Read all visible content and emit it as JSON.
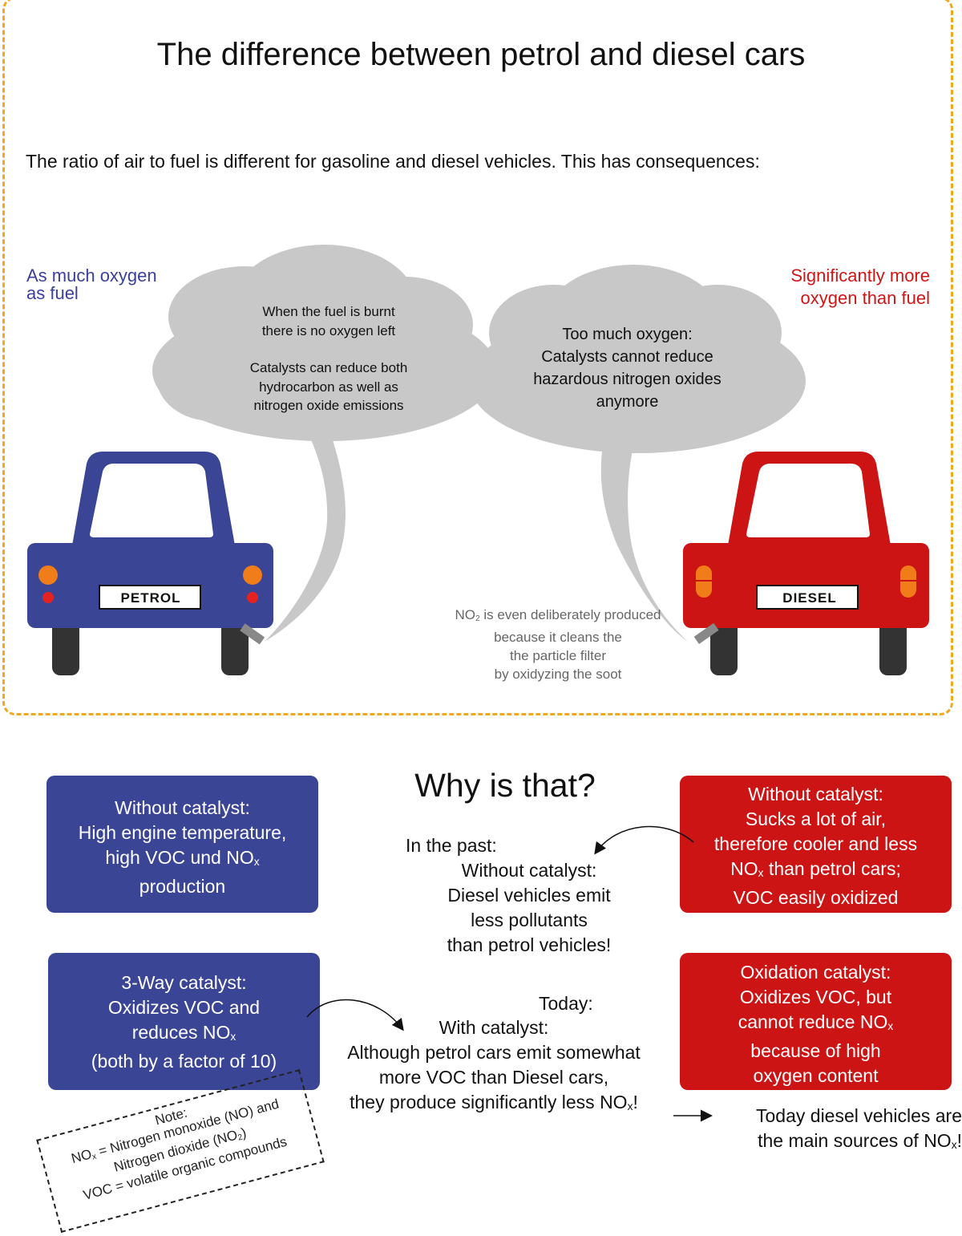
{
  "title": "The difference between petrol and diesel cars",
  "intro": "The ratio of air to fuel is different for gasoline and diesel vehicles. This has consequences:",
  "petrol_side": {
    "label_line1": "As much oxygen",
    "label_line2": "as fuel",
    "color": "#3b3f9c",
    "plate": "PETROL",
    "cloud_lines": [
      "When the fuel is burnt",
      "there is no oxygen left",
      "",
      "Catalysts can reduce both",
      "hydrocarbon as well as",
      "nitrogen oxide emissions"
    ]
  },
  "diesel_side": {
    "label_line1": "Significantly more",
    "label_line2": "oxygen than fuel",
    "color": "#d01515",
    "plate": "DIESEL",
    "cloud_lines": [
      "Too much oxygen:",
      "Catalysts cannot reduce",
      "hazardous nitrogen oxides",
      "anymore"
    ]
  },
  "no2_note": {
    "prefix": "NO",
    "sub": "2",
    "line1_rest": " is even deliberately produced",
    "line2": "because it cleans the",
    "line3": "the particle filter",
    "line4": "by oxidyzing the soot"
  },
  "why_heading": "Why is that?",
  "petrol_boxes": {
    "no_cat": {
      "line1": "Without catalyst:",
      "line2": "High engine temperature,",
      "line3_a": "high VOC und NO",
      "line3_sub": "x",
      "line4": "production"
    },
    "three_way": {
      "line1": "3-Way catalyst:",
      "line2": "Oxidizes VOC and",
      "line3_a": "reduces NO",
      "line3_sub": "x",
      "line4": "(both by a factor of 10)"
    }
  },
  "diesel_boxes": {
    "no_cat": {
      "line1": "Without catalyst:",
      "line2": "Sucks a lot of air,",
      "line3": "therefore cooler and less",
      "line4_a": "NO",
      "line4_sub": "x",
      "line4_b": " than petrol cars;",
      "line5": "VOC easily oxidized"
    },
    "oxidation": {
      "line1": "Oxidation catalyst:",
      "line2": "Oxidizes VOC, but",
      "line3_a": "cannot reduce NO",
      "line3_sub": "x",
      "line4": "because of high",
      "line5": "oxygen content"
    }
  },
  "past": {
    "label": "In the past:",
    "lines": [
      "Without catalyst:",
      "Diesel vehicles emit",
      "less pollutants",
      "than petrol vehicles!"
    ]
  },
  "today": {
    "label": "Today:",
    "line1": "With catalyst:",
    "line2": "Although petrol cars emit somewhat",
    "line3": "more VOC than Diesel cars,",
    "line4_a": "they produce significantly less NO",
    "line4_sub": "x",
    "line4_b": "!"
  },
  "conclusion": {
    "line1": "Today diesel vehicles are",
    "line2_a": "the main sources of NO",
    "line2_sub": "x",
    "line2_b": "!"
  },
  "note": {
    "heading": "Note:",
    "line1_a": "NO",
    "line1_sub": "x",
    "line1_b": " = Nitrogen monoxide (NO) and",
    "line2_a": "Nitrogen dioxide (NO",
    "line2_sub": "2",
    "line2_b": ")",
    "line3": "VOC = volatile organic compounds"
  },
  "colors": {
    "petrol_blue": "#3a4596",
    "diesel_red": "#cc1414",
    "frame_orange": "#f0a81e",
    "cloud_grey": "#c8c8c8",
    "light_orange": "#f07d1a"
  }
}
